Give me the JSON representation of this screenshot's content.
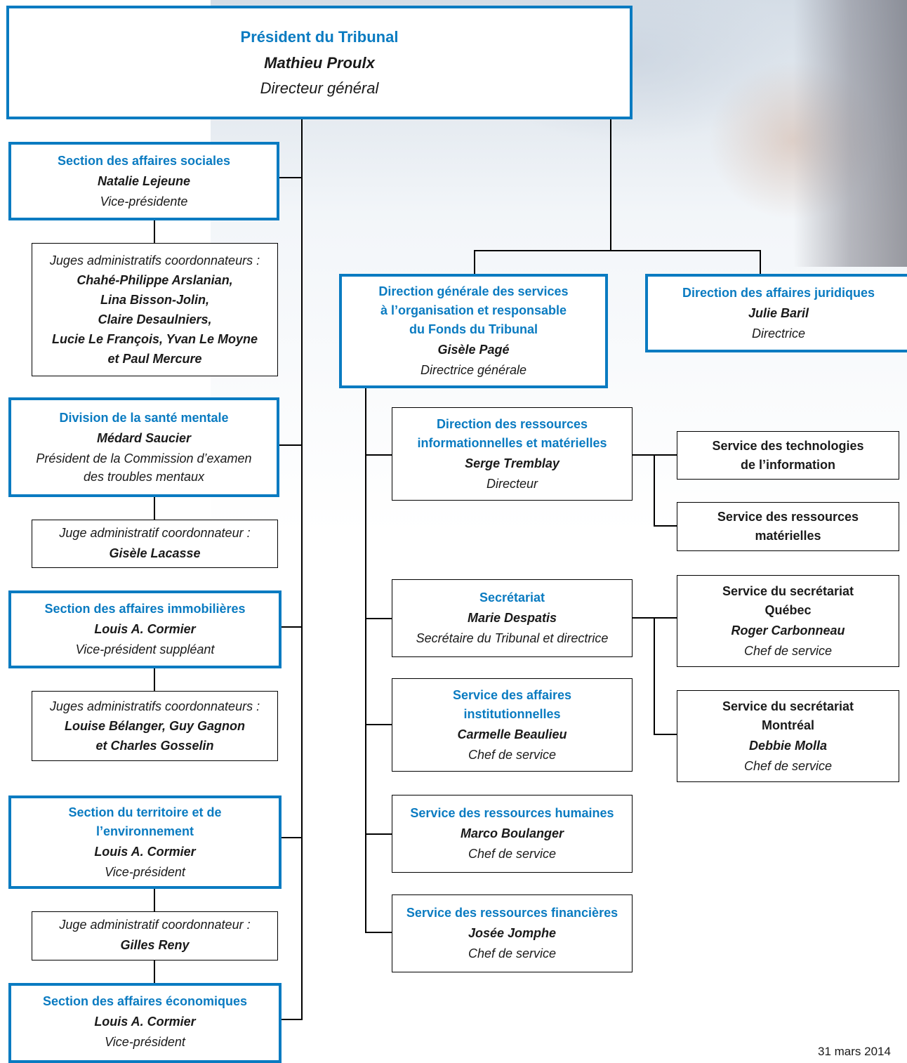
{
  "president": {
    "title": "Président du Tribunal",
    "name": "Mathieu Proulx",
    "role": "Directeur général"
  },
  "sections": [
    {
      "title": "Section des affaires sociales",
      "name": "Natalie Lejeune",
      "role": "Vice-présidente",
      "coordinators_label": "Juges administratifs coordonnateurs :",
      "coordinators": "Chahé-Philippe Arslanian,\nLina Bisson-Jolin,\nClaire Desaulniers,\nLucie Le François, Yvan Le Moyne\net Paul Mercure"
    },
    {
      "title": "Division de la santé mentale",
      "name": "Médard Saucier",
      "role": "Président de la Commission d’examen\ndes troubles mentaux",
      "coordinators_label": "Juge administratif coordonnateur :",
      "coordinators": "Gisèle Lacasse"
    },
    {
      "title": "Section des affaires immobilières",
      "name": "Louis A. Cormier",
      "role": "Vice-président suppléant",
      "coordinators_label": "Juges administratifs coordonnateurs :",
      "coordinators": "Louise Bélanger, Guy Gagnon\net Charles Gosselin"
    },
    {
      "title": "Section du territoire et de\nl’environnement",
      "name": "Louis A. Cormier",
      "role": "Vice-président",
      "coordinators_label": "Juge administratif coordonnateur :",
      "coordinators": "Gilles Reny"
    },
    {
      "title": "Section des affaires économiques",
      "name": "Louis A. Cormier",
      "role": "Vice-président"
    }
  ],
  "direction_generale": {
    "title": "Direction générale des services\nà l’organisation et responsable\ndu Fonds du Tribunal",
    "name": "Gisèle Pagé",
    "role": "Directrice générale"
  },
  "direction_juridique": {
    "title": "Direction des affaires juridiques",
    "name": "Julie Baril",
    "role": "Directrice"
  },
  "units": [
    {
      "title": "Direction des ressources\ninformationnelles et matérielles",
      "name": "Serge Tremblay",
      "role": "Directeur"
    },
    {
      "title": "Secrétariat",
      "name": "Marie Despatis",
      "role": "Secrétaire du Tribunal et directrice"
    },
    {
      "title": "Service des affaires\ninstitutionnelles",
      "name": "Carmelle Beaulieu",
      "role": "Chef de service"
    },
    {
      "title": "Service des ressources humaines",
      "name": "Marco Boulanger",
      "role": "Chef de service"
    },
    {
      "title": "Service des ressources financières",
      "name": "Josée Jomphe",
      "role": "Chef de service"
    }
  ],
  "services": [
    {
      "title": "Service des technologies\nde l’information"
    },
    {
      "title": "Service des ressources\nmatérielles"
    },
    {
      "title": "Service du secrétariat\nQuébec",
      "name": "Roger Carbonneau",
      "role": "Chef de service"
    },
    {
      "title": "Service du secrétariat\nMontréal",
      "name": "Debbie Molla",
      "role": "Chef de service"
    }
  ],
  "date": "31 mars 2014",
  "colors": {
    "accent": "#0a7bc1",
    "line": "#000000"
  }
}
